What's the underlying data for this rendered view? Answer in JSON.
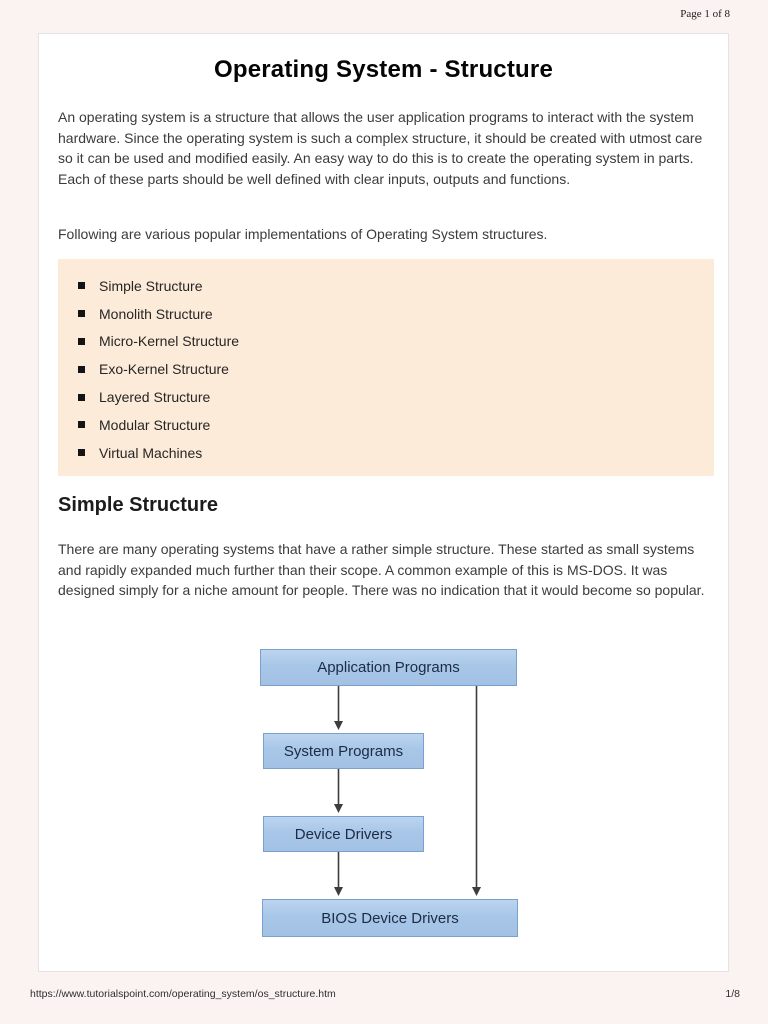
{
  "viewer": {
    "page_header_label": "Page 1 of 8",
    "footer": {
      "url": "https://www.tutorialspoint.com/operating_system/os_structure.htm",
      "page_indicator": "1/8"
    }
  },
  "document": {
    "title": "Operating System - Structure",
    "intro_paragraph": "An operating system is a structure that allows the user application programs to interact with the system hardware. Since the operating system is such a complex structure, it should be created with utmost care so it can be used and modified easily. An easy way to do this is to create the operating system in parts. Each of these parts should be well defined with clear inputs, outputs and functions.",
    "implementations_line": "Following are various popular implementations of Operating System structures.",
    "structures_callout": {
      "background_color": "#fdebd9",
      "items": [
        "Simple Structure",
        "Monolith Structure",
        "Micro-Kernel Structure",
        "Exo-Kernel Structure",
        "Layered Structure",
        "Modular Structure",
        "Virtual Machines"
      ]
    },
    "section": {
      "heading": "Simple Structure",
      "paragraph": "There are many operating systems that have a rather simple structure. These started as small systems and rapidly expanded much further than their scope. A common example of this is MS-DOS. It was designed simply for a niche amount for people. There was no indication that it would become so popular."
    },
    "diagram": {
      "node_fill_color": "#a8c7e8",
      "node_border_color": "#7aa1ce",
      "arrow_color": "#3d3d3d",
      "nodes": [
        {
          "id": "app",
          "label": "Application Programs"
        },
        {
          "id": "sys",
          "label": "System Programs"
        },
        {
          "id": "dev",
          "label": "Device Drivers"
        },
        {
          "id": "bios",
          "label": "BIOS Device Drivers"
        }
      ],
      "edges": [
        {
          "from": "Application Programs",
          "to": "System Programs"
        },
        {
          "from": "System Programs",
          "to": "Device Drivers"
        },
        {
          "from": "Device Drivers",
          "to": "BIOS Device Drivers"
        },
        {
          "from": "Application Programs",
          "to": "BIOS Device Drivers"
        }
      ]
    }
  }
}
